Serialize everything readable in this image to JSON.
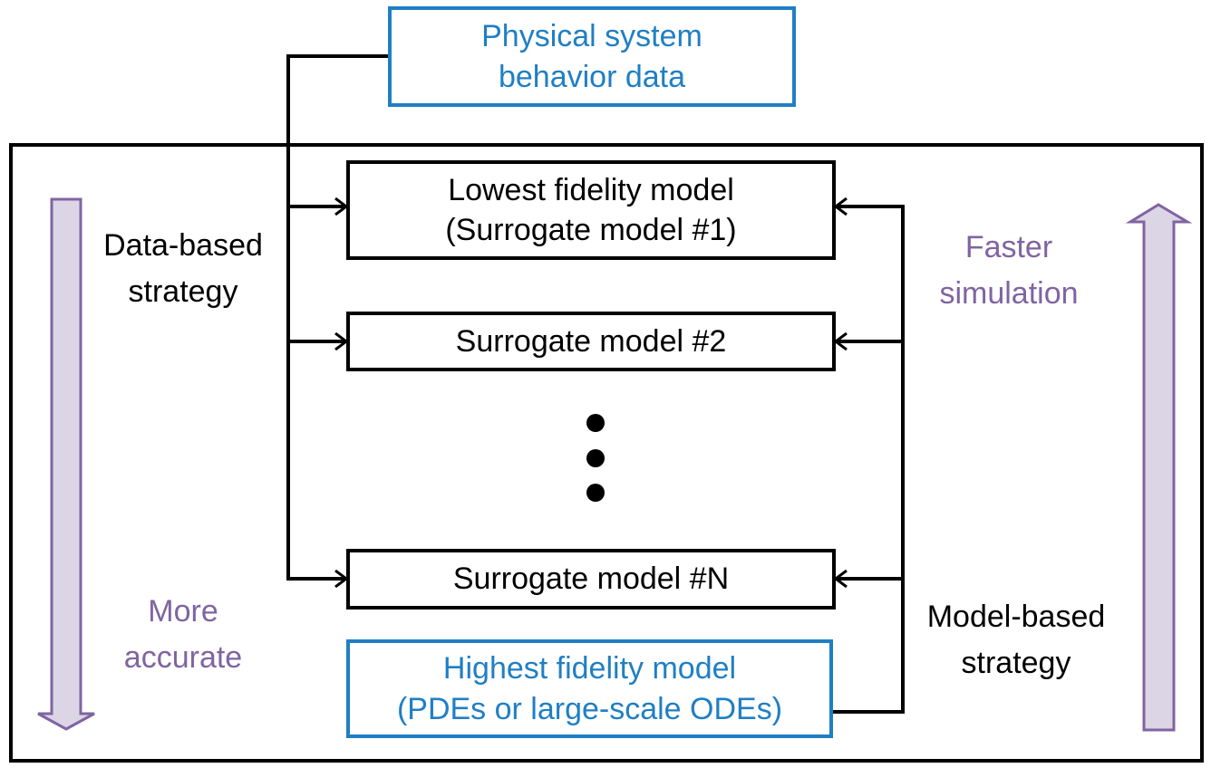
{
  "colors": {
    "blue": "#1f7fc4",
    "purple": "#8064a2",
    "arrow_fill": "#dcd5e6",
    "black": "#000000"
  },
  "physical_data_box": {
    "line1": "Physical system",
    "line2": "behavior data"
  },
  "models": {
    "lowest": {
      "line1": "Lowest fidelity model",
      "line2": "(Surrogate model #1)"
    },
    "surrogate2": "Surrogate model #2",
    "surrogateN": "Surrogate model #N",
    "highest": {
      "line1": "Highest fidelity model",
      "line2": "(PDEs or large-scale ODEs)"
    }
  },
  "labels": {
    "data_based": {
      "line1": "Data-based",
      "line2": "strategy"
    },
    "model_based": {
      "line1": "Model-based",
      "line2": "strategy"
    },
    "faster": {
      "line1": "Faster",
      "line2": "simulation"
    },
    "more_accurate": {
      "line1": "More",
      "line2": "accurate"
    }
  },
  "ellipsis_icon": "vertical-dots-icon"
}
